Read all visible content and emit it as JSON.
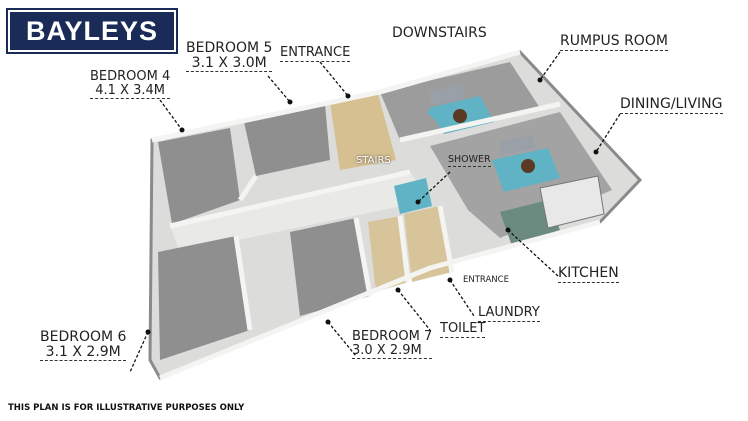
{
  "brand": {
    "logo_text": "BAYLEYS",
    "logo_bg": "#1a2b57"
  },
  "plan": {
    "level_title": "DOWNSTAIRS",
    "rooms": [
      {
        "id": "bedroom4",
        "name": "BEDROOM 4",
        "dims": "4.1 X 3.4M"
      },
      {
        "id": "bedroom5",
        "name": "BEDROOM 5",
        "dims": "3.1 X 3.0M"
      },
      {
        "id": "entrance_top",
        "name": "ENTRANCE"
      },
      {
        "id": "rumpus",
        "name": "RUMPUS ROOM"
      },
      {
        "id": "dining",
        "name": "DINING/LIVING"
      },
      {
        "id": "stairs",
        "name": "STAIRS"
      },
      {
        "id": "shower",
        "name": "SHOWER"
      },
      {
        "id": "entrance_bottom",
        "name": "ENTRANCE"
      },
      {
        "id": "kitchen",
        "name": "KITCHEN"
      },
      {
        "id": "laundry",
        "name": "LAUNDRY"
      },
      {
        "id": "toilet",
        "name": "TOILET"
      },
      {
        "id": "bedroom7",
        "name": "BEDROOM 7",
        "dims": "3.0 X 2.9M"
      },
      {
        "id": "bedroom6",
        "name": "BEDROOM 6",
        "dims": "3.1 X 2.9M"
      }
    ],
    "colors": {
      "carpet": "#8e8e8e",
      "wall": "#f2f2f0",
      "wood": "#d9c39a",
      "rug": "#5fb3c4",
      "kitchen": "#6b8a80"
    }
  },
  "disclaimer": "THIS PLAN IS FOR ILLUSTRATIVE PURPOSES ONLY"
}
